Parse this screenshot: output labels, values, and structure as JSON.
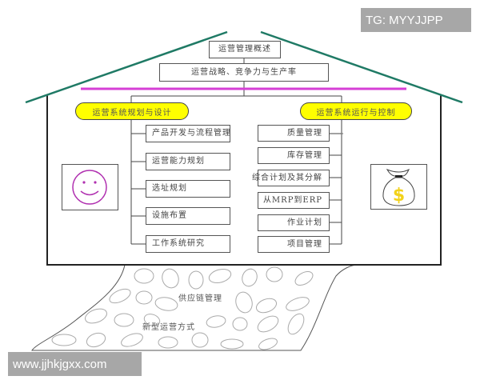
{
  "diagram": {
    "title": "运营管理概述",
    "strategy": "运营战略、竞争力与生产率",
    "left_section": {
      "label": "运营系统规划与设计",
      "items": [
        "产品开发与流程管理",
        "运营能力规划",
        "选址规划",
        "设施布置",
        "工作系统研究"
      ],
      "icon": "smiley-face-icon"
    },
    "right_section": {
      "label": "运营系统运行与控制",
      "items": [
        "质量管理",
        "库存管理",
        "综合计划及其分解",
        "从MRP到ERP",
        "作业计划",
        "项目管理"
      ],
      "icon": "money-bag-icon"
    },
    "foundation": {
      "label_1": "供应链管理",
      "label_2": "新型运营方式"
    },
    "colors": {
      "roof": "#1f7a65",
      "divider": "#d63fd6",
      "pill_fill": "#ffff00",
      "smiley": "#b030b0",
      "dollar": "#f2d21a"
    }
  },
  "watermarks": {
    "top_right": "TG: MYYJJPP",
    "bottom_left": "www.jjhkjgxx.com"
  }
}
